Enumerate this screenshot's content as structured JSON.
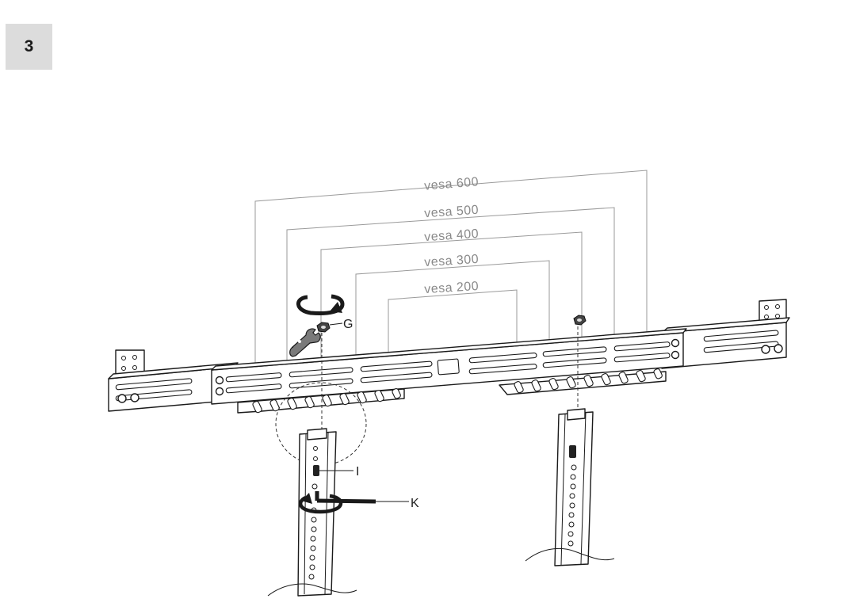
{
  "step": {
    "number": "3"
  },
  "dimensions": [
    {
      "label": "vesa 600"
    },
    {
      "label": "vesa 500"
    },
    {
      "label": "vesa 400"
    },
    {
      "label": "vesa 300"
    },
    {
      "label": "vesa 200"
    }
  ],
  "callouts": [
    {
      "label": "G"
    },
    {
      "label": "I"
    },
    {
      "label": "K"
    }
  ]
}
